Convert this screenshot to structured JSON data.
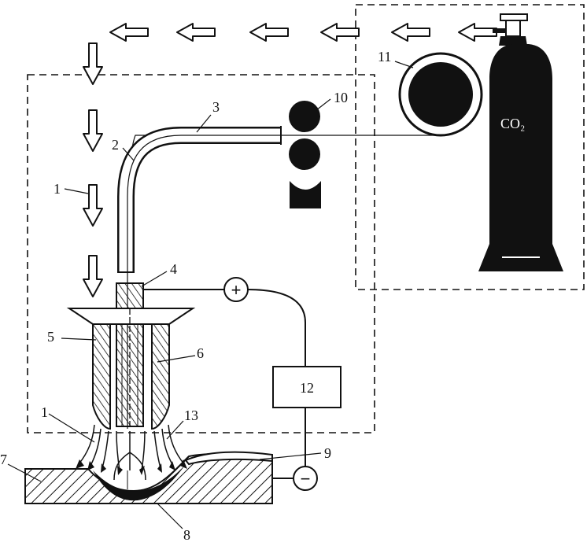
{
  "diagram": {
    "labels": {
      "l1_upper": "1",
      "l1_lower": "1",
      "l2": "2",
      "l3": "3",
      "l4": "4",
      "l5": "5",
      "l6": "6",
      "l7": "7",
      "l8": "8",
      "l9": "9",
      "l10": "10",
      "l11": "11",
      "l12": "12",
      "l13": "13"
    },
    "cylinder_label": "CO₂",
    "plus_symbol": "+",
    "minus_symbol": "−",
    "power_box_label": "12"
  }
}
